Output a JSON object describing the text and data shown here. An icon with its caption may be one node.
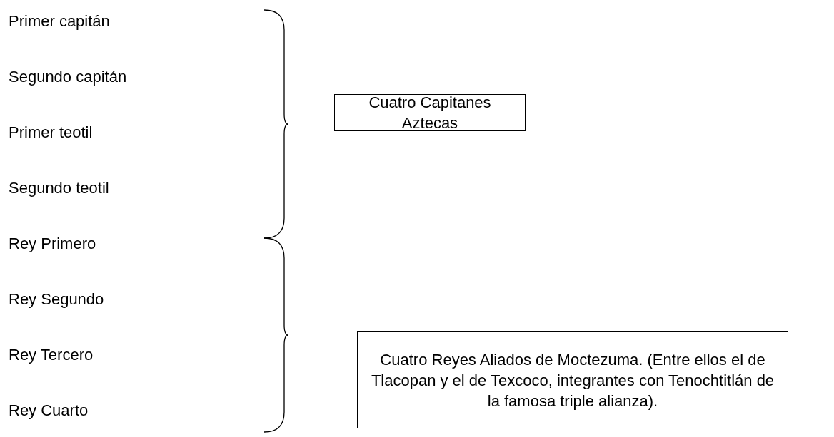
{
  "diagram": {
    "nodes": [
      {
        "text": [
          "Cuatro Capitanes Aztecas"
        ]
      },
      {
        "text": [
          "Cuatro Reyes Aliados de Moctezuma. (Entre ellos el de Tlacopan y el de Texcoco, integrantes con Tenochtitlán de la famosa triple alianza)."
        ]
      }
    ],
    "labels": [
      "Primer capitán",
      "Segundo capitán",
      "Primer teotil",
      "Segundo teotil",
      "Rey Primero",
      "Rey Segundo",
      "Rey Tercero",
      "Rey Cuarto"
    ]
  }
}
